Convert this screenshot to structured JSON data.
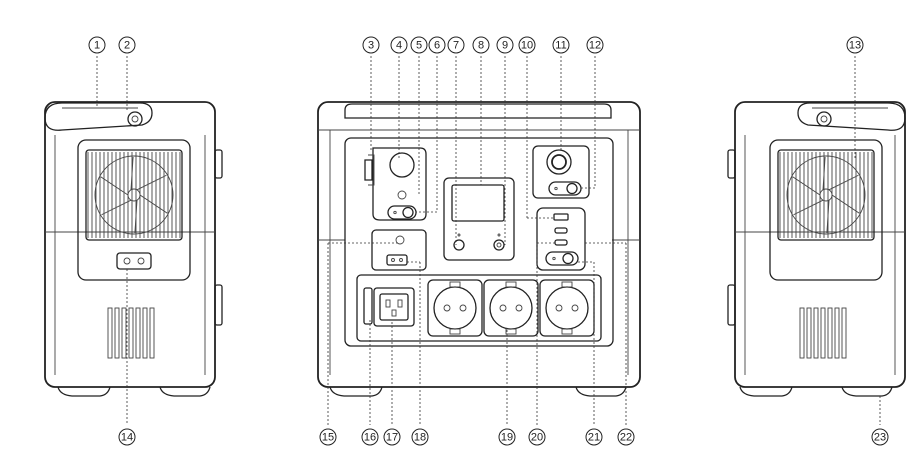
{
  "callouts": {
    "c1": "1",
    "c2": "2",
    "c3": "3",
    "c4": "4",
    "c5": "5",
    "c6": "6",
    "c7": "7",
    "c8": "8",
    "c9": "9",
    "c10": "10",
    "c11": "11",
    "c12": "12",
    "c13": "13",
    "c14": "14",
    "c15": "15",
    "c16": "16",
    "c17": "17",
    "c18": "18",
    "c19": "19",
    "c20": "20",
    "c21": "21",
    "c22": "22",
    "c23": "23"
  },
  "colors": {
    "line": "#222222",
    "background": "#ffffff"
  },
  "icons": [
    "fan-grille-icon",
    "ac-socket-icon",
    "iec-inlet-icon",
    "usb-port-icon",
    "power-button-icon"
  ]
}
